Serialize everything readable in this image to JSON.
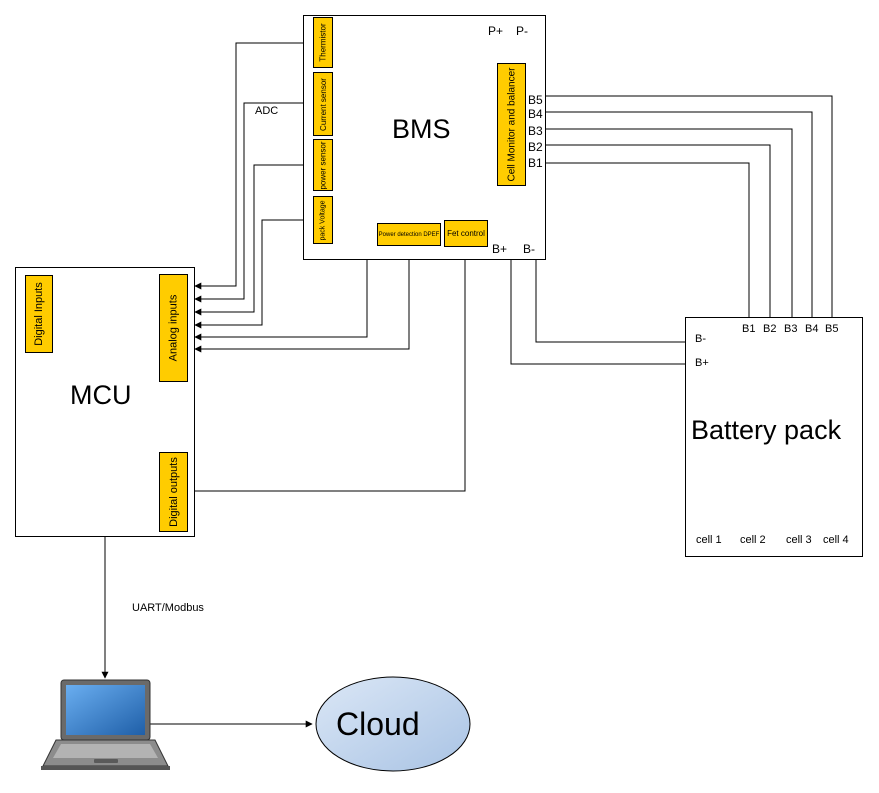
{
  "bms": {
    "title": "BMS",
    "p_plus": "P+",
    "p_minus": "P-",
    "b_plus": "B+",
    "b_minus": "B-",
    "thermistor": "Thermistor",
    "current_sensor": "Current sensor",
    "power_sensor": "power sensor",
    "pack_voltage": "pack Voltage",
    "power_detection": "Power detection DPEF",
    "fet_control": "Fet control",
    "cell_monitor": "Cell Monitor and balancer",
    "b_taps": [
      "B5",
      "B4",
      "B3",
      "B2",
      "B1"
    ]
  },
  "adc_label": "ADC",
  "mcu": {
    "title": "MCU",
    "digital_inputs": "Digital Inputs",
    "analog_inputs": "Analog inputs",
    "digital_outputs": "Digital outputs"
  },
  "battery": {
    "title": "Battery pack",
    "b_minus": "B-",
    "b_plus": "B+",
    "taps": [
      "B1",
      "B2",
      "B3",
      "B4",
      "B5"
    ],
    "cells": [
      "cell 1",
      "cell 2",
      "cell 3",
      "cell 4"
    ]
  },
  "uart_label": "UART/Modbus",
  "cloud_label": "Cloud",
  "colors": {
    "accent": "#ffcc00",
    "cloud_fill": "#c5d9f1",
    "laptop_screen": "#4a90d9",
    "battery_body": "#1a1a1a",
    "battery_top": "#e08a1e"
  }
}
